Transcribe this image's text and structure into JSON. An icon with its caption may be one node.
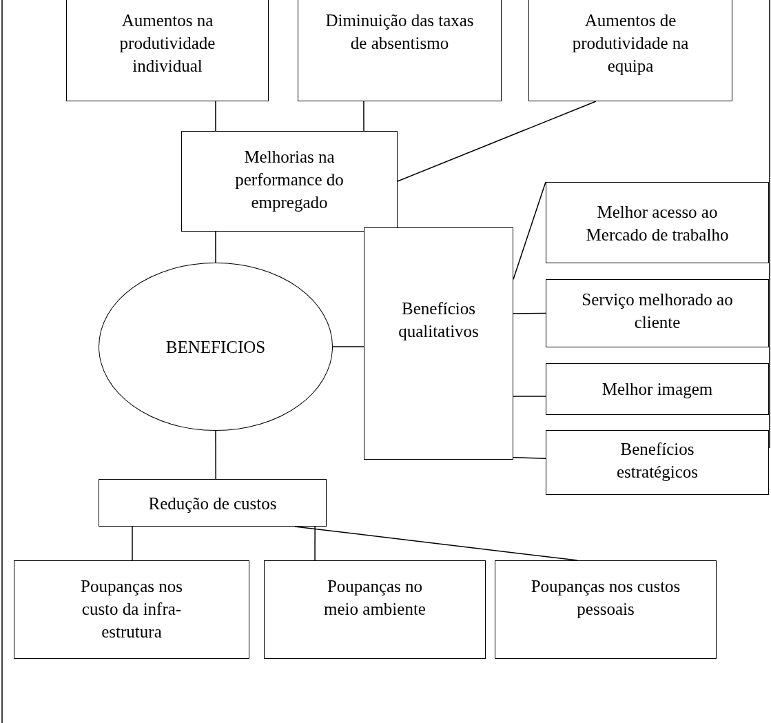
{
  "diagram": {
    "nodes": [
      {
        "text": [
          "Aumentos na produtividade individual"
        ]
      },
      {
        "text": [
          "Diminuição das taxas de absentismo"
        ]
      },
      {
        "text": [
          "Aumentos de produtividade na equipa"
        ]
      },
      {
        "text": [
          "Melhorias na performance do empregado"
        ]
      },
      {
        "text": [
          "BENEFICIOS"
        ]
      },
      {
        "text": [
          "Benefícios qualitativos"
        ]
      },
      {
        "text": [
          "Melhor acesso ao Mercado de trabalho"
        ]
      },
      {
        "text": [
          "Serviço melhorado ao cliente"
        ]
      },
      {
        "text": [
          "Melhor imagem"
        ]
      },
      {
        "text": [
          "Benefícios estratégicos"
        ]
      },
      {
        "text": [
          "Redução de custos"
        ]
      },
      {
        "text": [
          "Poupanças nos custo da infra-estrutura"
        ]
      },
      {
        "text": [
          "Poupanças no meio ambiente"
        ]
      },
      {
        "text": [
          "Poupanças nos custos pessoais"
        ]
      }
    ],
    "edges": [
      {
        "from": 0,
        "to": 3,
        "arrow": "none"
      },
      {
        "from": 1,
        "to": 3,
        "arrow": "none"
      },
      {
        "from": 2,
        "to": 3,
        "arrow": "none"
      },
      {
        "from": 3,
        "to": 4,
        "arrow": "none"
      },
      {
        "from": 4,
        "to": 5,
        "arrow": "none"
      },
      {
        "from": 5,
        "to": 6,
        "arrow": "none"
      },
      {
        "from": 5,
        "to": 7,
        "arrow": "none"
      },
      {
        "from": 5,
        "to": 8,
        "arrow": "none"
      },
      {
        "from": 5,
        "to": 9,
        "arrow": "none"
      },
      {
        "from": 4,
        "to": 10,
        "arrow": "none"
      },
      {
        "from": 10,
        "to": 11,
        "arrow": "none"
      },
      {
        "from": 10,
        "to": 12,
        "arrow": "none"
      },
      {
        "from": 10,
        "to": 13,
        "arrow": "none"
      }
    ]
  }
}
